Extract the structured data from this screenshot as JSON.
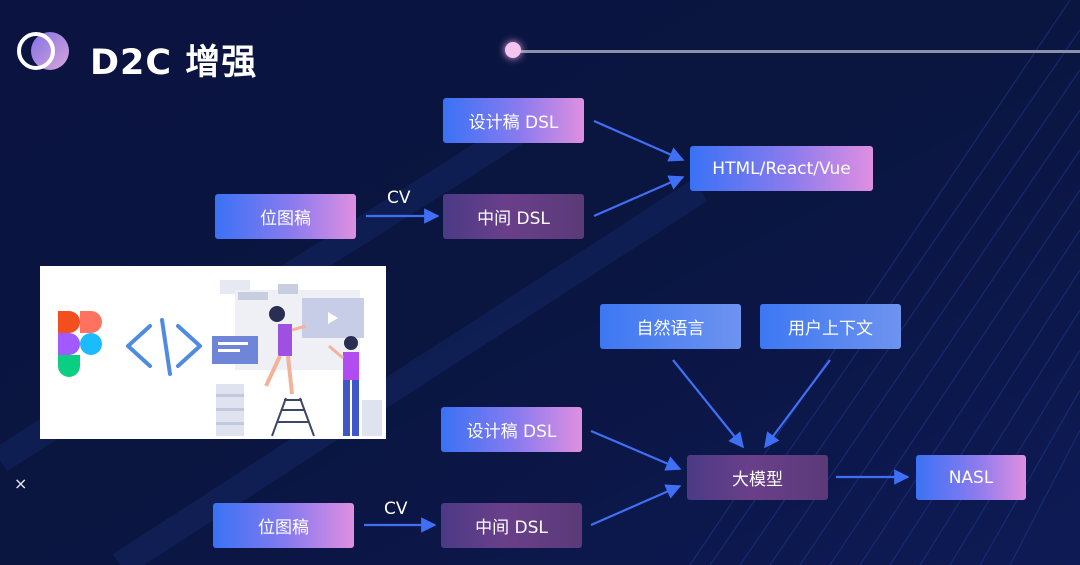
{
  "header": {
    "title": "D2C 增强"
  },
  "diagram_top": {
    "design_dsl": "设计稿 DSL",
    "bitmap": "位图稿",
    "cv_label": "CV",
    "mid_dsl": "中间 DSL",
    "output": "HTML/React/Vue"
  },
  "diagram_bottom": {
    "natural_language": "自然语言",
    "user_context": "用户上下文",
    "design_dsl": "设计稿 DSL",
    "bitmap": "位图稿",
    "cv_label": "CV",
    "mid_dsl": "中间 DSL",
    "llm": "大模型",
    "output": "NASL"
  },
  "close_label": "×",
  "colors": {
    "background": "#081034",
    "accent_blue": "#3a72f5",
    "accent_pink": "#df8fe0",
    "arrow": "#3f6ff5"
  }
}
